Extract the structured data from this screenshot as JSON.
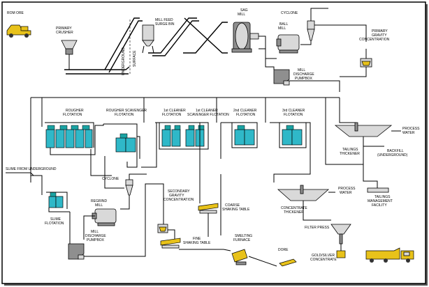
{
  "labels": {
    "rom_ore": "ROM ORE",
    "primary_crusher": [
      "PRIMARY",
      "CRUSHER"
    ],
    "mill_feed_surge_bin": [
      "MILL FEED",
      "SURGE BIN"
    ],
    "underground": "UNDERGROUND",
    "surface": "SURFACE",
    "sag_mill": [
      "SAG",
      "MILL"
    ],
    "cyclone_top": "CYCLONE",
    "ball_mill": [
      "BALL",
      "MILL"
    ],
    "primary_gravity_concentration": [
      "PRIMARY",
      "GRAVITY",
      "CONCENTRATION"
    ],
    "mill_discharge_pumpbox_top": [
      "MILL",
      "DISCHARGE",
      "PUMPBOX"
    ],
    "rougher_flotation": [
      "ROUGHER",
      "FLOTATION"
    ],
    "rougher_scavenger_flotation": [
      "ROUGHER SCAVENGER",
      "FLOTATION"
    ],
    "cleaner1_flotation": [
      "1st CLEANER",
      "FLOTATION"
    ],
    "cleaner1_scavenger_flotation": [
      "1st CLEANER",
      "SCAVENGER FLOTATION"
    ],
    "cleaner2_flotation": [
      "2nd CLEANER",
      "FLOTATION"
    ],
    "cleaner3_flotation": [
      "3rd CLEANER",
      "FLOTATION"
    ],
    "process_water_1": [
      "PROCESS",
      "WATER"
    ],
    "tailings_thickener": [
      "TAILINGS",
      "THICKENER"
    ],
    "backfill": [
      "BACKFILL",
      "(UNDERGROUND)"
    ],
    "slime_from_underground": "SLIME FROM UNDERGROUND",
    "slime_flotation": [
      "SLIME",
      "FLOTATION"
    ],
    "cyclone_bottom": "CYCLONE",
    "regrind_mill": [
      "REGRIND",
      "MILL"
    ],
    "secondary_gravity_concentration": [
      "SECONDARY",
      "GRAVITY",
      "CONCENTRATION"
    ],
    "coarse_shaking_table": [
      "COARSE",
      "SHAKING TABLE"
    ],
    "fine_shaking_table": [
      "FINE",
      "SHAKING TABLE"
    ],
    "smelting_furnace": [
      "SMELTING",
      "FURNACE"
    ],
    "dore": "DORE",
    "mill_discharge_pumpbox_bottom": [
      "MILL",
      "DISCHARGE",
      "PUMPBOX"
    ],
    "process_water_2": [
      "PROCESS",
      "WATER"
    ],
    "concentrate_thickener": [
      "CONCENTRATE",
      "THICKENER"
    ],
    "tailings_management_facility": [
      "TAILINGS",
      "MANAGEMENT",
      "FACILITY"
    ],
    "filter_press": "FILTER PRESS",
    "gold_silver_concentrate": [
      "GOLD/SILVER",
      "CONCENTRATE"
    ]
  },
  "colors": {
    "flotation_cell": "#2fb8c8",
    "vehicle": "#e8c21a",
    "equipment": "#d9d9d9",
    "frame": "#000000"
  },
  "icons": {
    "loader": "loader-truck-icon",
    "truck": "haul-truck-icon"
  }
}
